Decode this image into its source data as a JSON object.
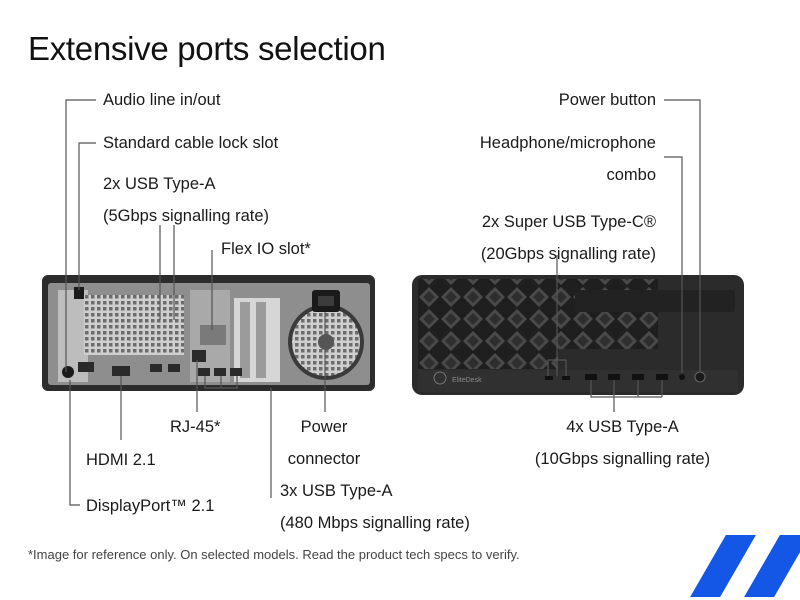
{
  "title": "Extensive ports selection",
  "rear_labels": {
    "audio_line": "Audio line in/out",
    "cable_lock": "Standard cable lock slot",
    "usb_a_5g_line1": "2x USB Type-A",
    "usb_a_5g_line2": "(5Gbps signalling rate)",
    "flex_io": "Flex IO slot*",
    "rj45": "RJ-45*",
    "power_connector_line1": "Power",
    "power_connector_line2": "connector",
    "hdmi": "HDMI 2.1",
    "displayport": "DisplayPort™ 2.1",
    "usb_a_480_line1": "3x USB Type-A",
    "usb_a_480_line2": "(480 Mbps signalling rate)"
  },
  "front_labels": {
    "power_button": "Power button",
    "headphone_line1": "Headphone/microphone",
    "headphone_line2": "combo",
    "usb_c_line1": "2x Super USB Type-C®",
    "usb_c_line2": "(20Gbps signalling rate)",
    "usb_a_10g_line1": "4x USB Type-A",
    "usb_a_10g_line2": "(10Gbps signalling rate)"
  },
  "device": {
    "front_brand": "EliteDesk"
  },
  "footnote": "*Image for reference only. On selected models. Read the product tech specs to verify.",
  "colors": {
    "accent_blue": "#1456e6",
    "chassis_dark": "#2b2b2b",
    "line_gray": "#555555"
  }
}
